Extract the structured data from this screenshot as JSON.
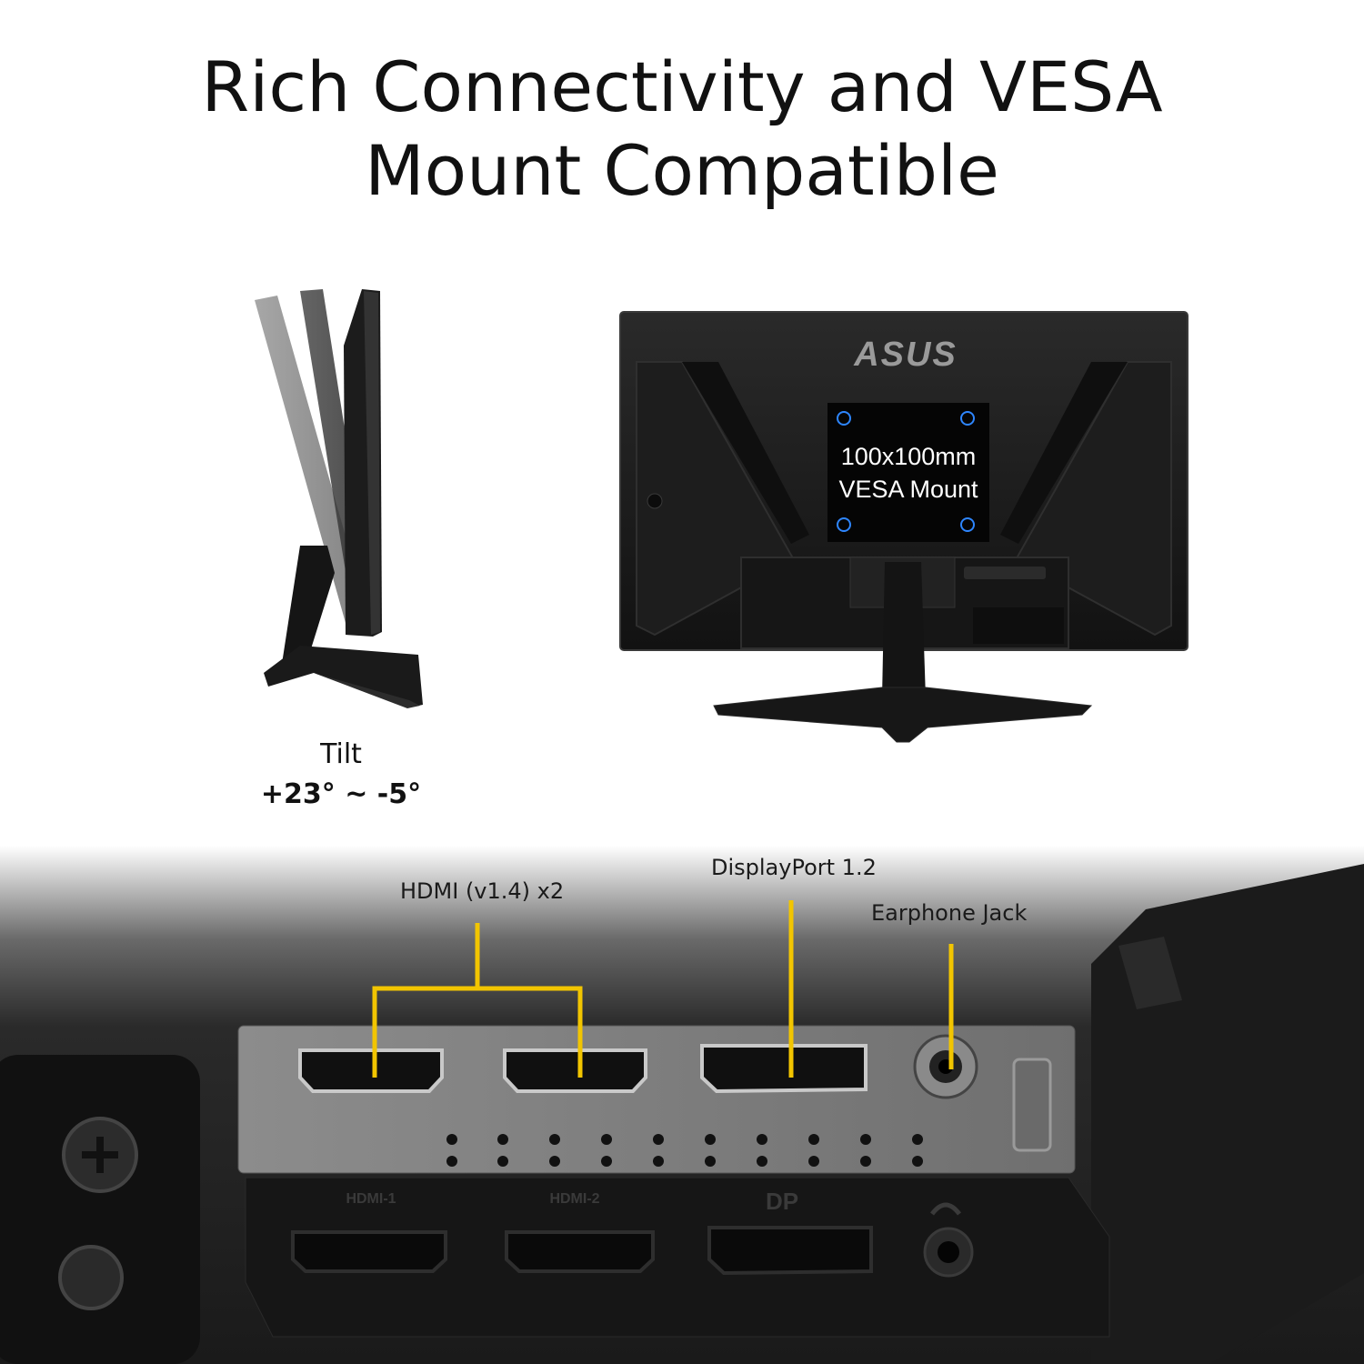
{
  "heading": {
    "line1": "Rich Connectivity and VESA",
    "line2": "Mount Compatible"
  },
  "tilt": {
    "label": "Tilt",
    "range": "+23° ~ -5°"
  },
  "back_view": {
    "logo": "ASUS",
    "vesa_line1": "100x100mm",
    "vesa_line2": "VESA Mount"
  },
  "ports": {
    "hdmi_callout": "HDMI (v1.4) x2",
    "dp_callout": "DisplayPort 1.2",
    "earphone_callout": "Earphone Jack",
    "panel_labels": [
      "HDMI-1",
      "HDMI-2",
      "DP",
      "headphone"
    ]
  },
  "colors": {
    "callout_line": "#f2c500",
    "vesa_hole": "#2e86ff"
  }
}
